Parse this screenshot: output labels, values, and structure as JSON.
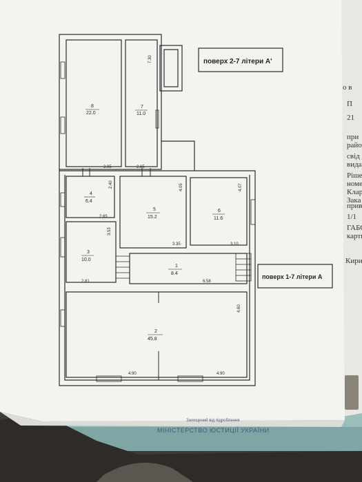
{
  "labels": {
    "floor_label_top": "поверх 2-7 літери А'",
    "floor_label_mid": "поверх 1-7 літери А",
    "stamp_text": "МІНІСТЕРСТВО ЮСТИЦІЇ УКРАЇНИ",
    "protection_text": "Захищений від підроблення"
  },
  "rooms": [
    {
      "number": "8",
      "area": "22.0"
    },
    {
      "number": "7",
      "area": "11.0"
    },
    {
      "number": "4",
      "area": "6.4"
    },
    {
      "number": "5",
      "area": "15.2"
    },
    {
      "number": "6",
      "area": "11.6"
    },
    {
      "number": "3",
      "area": "10.0"
    },
    {
      "number": "1",
      "area": "8.4"
    },
    {
      "number": "2",
      "area": "45.8"
    }
  ],
  "dimensions": [
    "7.30",
    "3.05",
    "2.65",
    "2.40",
    "4.05",
    "4.07",
    "2.65",
    "3.53",
    "3.35",
    "3.10",
    "2.81",
    "6.58",
    "4.60",
    "4.90",
    "4.90"
  ],
  "right_page_fragments": [
    "о в",
    "П",
    "21",
    "при",
    "райо",
    "свід",
    "вида",
    "Ріше",
    "номе",
    "Клар",
    "Зака",
    "прив",
    "1/1",
    "ГАБО",
    "картк",
    "Кири"
  ]
}
